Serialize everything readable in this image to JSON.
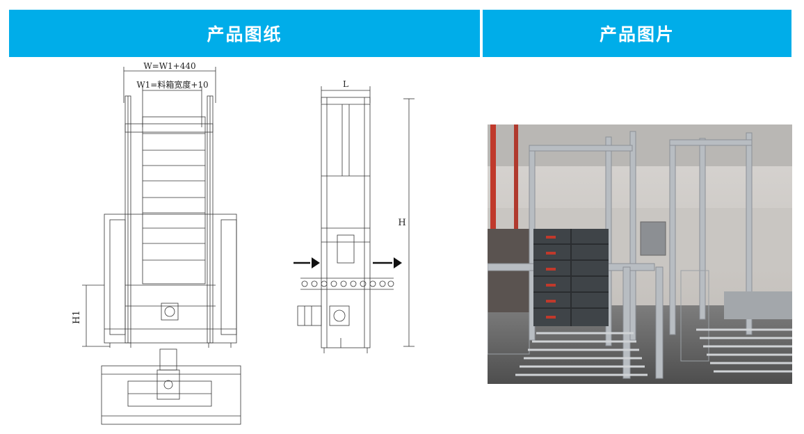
{
  "headers": {
    "drawing": "产品图纸",
    "photo": "产品图片"
  },
  "drawing": {
    "dim_w": "W=W1+440",
    "dim_w1": "W1=料箱宽度+10",
    "dim_l": "L",
    "dim_h": "H",
    "dim_h1": "H1"
  }
}
